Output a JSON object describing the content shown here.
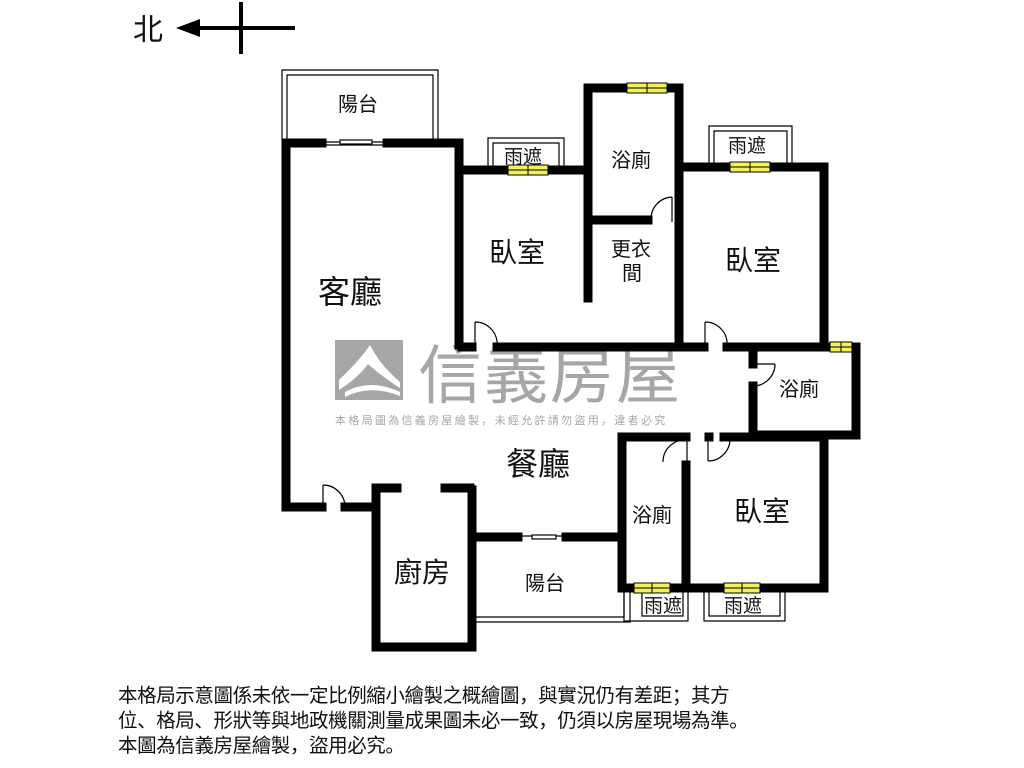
{
  "compass": {
    "label": "北",
    "icon": "north-arrow-icon"
  },
  "rooms": {
    "balcony_north": "陽台",
    "living_room": "客廳",
    "bedroom_1": "臥室",
    "bathroom_1": "浴廁",
    "walk_in_closet": "更衣\n間",
    "walk_in_closet_line1": "更衣",
    "walk_in_closet_line2": "間",
    "bedroom_2": "臥室",
    "bathroom_2": "浴廁",
    "dining_room": "餐廳",
    "kitchen": "廚房",
    "balcony_south": "陽台",
    "bathroom_3": "浴廁",
    "bedroom_3": "臥室",
    "awning_1": "雨遮",
    "awning_2": "雨遮",
    "awning_3": "雨遮",
    "awning_4": "雨遮"
  },
  "watermark": {
    "brand": "信義房屋",
    "caption": "本格局圖為信義房屋繪製，未經允許請勿盜用，違者必究",
    "color": "#a6a6a6"
  },
  "disclaimer": {
    "line1": "本格局示意圖係未依一定比例縮小繪製之概繪圖，與實況仍有差距；其方",
    "line2": "位、格局、形狀等與地政機關測量成果圖未必一致，仍須以房屋現場為準。",
    "line3": "本圖為信義房屋繪製，盜用必究。"
  },
  "colors": {
    "wall": "#000000",
    "window_fill": "#f4ef5a",
    "background": "#ffffff",
    "watermark": "#a6a6a6"
  }
}
